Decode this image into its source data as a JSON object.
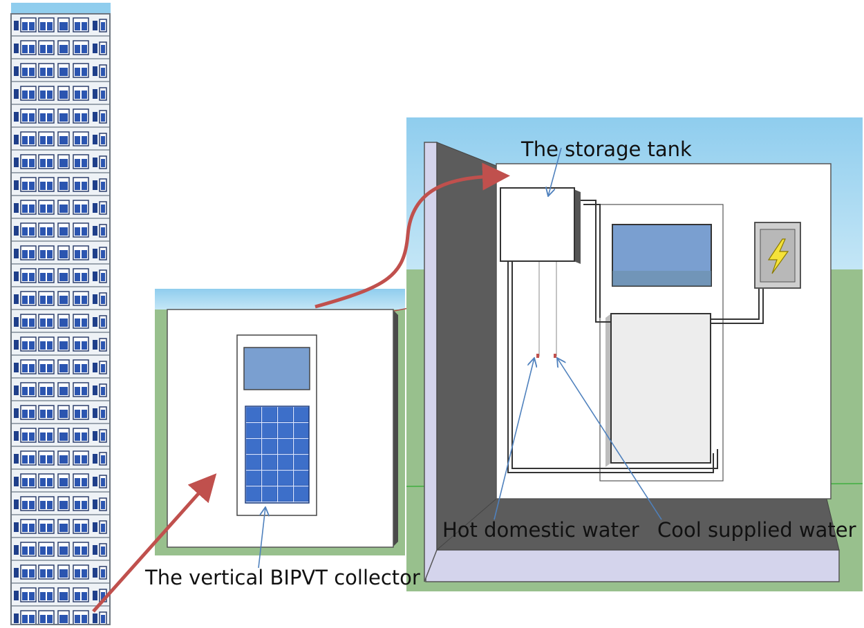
{
  "labels": {
    "storage_tank": "The storage tank",
    "hot_water": "Hot domestic water",
    "cool_water": "Cool supplied water",
    "collector": "The vertical BIPVT collector"
  },
  "icons": {
    "power": "lightning-bolt-icon"
  },
  "colors": {
    "sky": "#a8d8f0",
    "ground": "#98c08d",
    "arrow": "#c0504d",
    "pointer_line": "#4f81bd",
    "panel_blue": "#2f5fb8",
    "window_blue": "#7a9fd0",
    "dark_wall": "#5a5a5a",
    "floor_lavender": "#d4d4ec"
  }
}
